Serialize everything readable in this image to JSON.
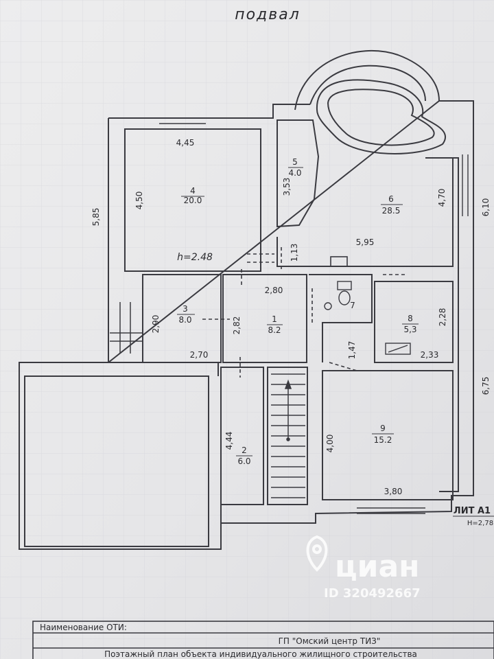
{
  "sheet_title": "подвал",
  "rooms": [
    {
      "num": "1",
      "area": "8.2"
    },
    {
      "num": "2",
      "area": "6.0"
    },
    {
      "num": "3",
      "area": "8.0"
    },
    {
      "num": "4",
      "area": "20.0"
    },
    {
      "num": "5",
      "area": "4.0"
    },
    {
      "num": "6",
      "area": "28.5"
    },
    {
      "num": "7",
      "area": ""
    },
    {
      "num": "8",
      "area": "5,3"
    },
    {
      "num": "9",
      "area": "15.2"
    }
  ],
  "dimensions": {
    "d_445": "4,45",
    "d_450": "4,50",
    "d_585": "5,85",
    "d_353": "3,53",
    "d_470": "4,70",
    "d_610": "6,10",
    "d_595": "5,95",
    "d_113": "1,13",
    "d_280": "2,80",
    "d_290": "2,90",
    "d_282": "2,82",
    "d_270": "2,70",
    "d_228": "2,28",
    "d_147": "1,47",
    "d_233": "2,33",
    "d_675": "6,75",
    "d_444": "4,44",
    "d_400": "4,00",
    "d_380": "3,80"
  },
  "height_note": "h=2.48",
  "lit": {
    "label": "ЛИТ А1",
    "height": "H=2,78"
  },
  "watermark": {
    "brand": "циан",
    "id": "ID 320492667"
  },
  "stamp": {
    "row1_label": "Наименование ОТИ:",
    "row1_org": "ГП \"Омский центр ТИЗ\"",
    "row2": "Поэтажный план объекта индивидуального жилищного строительства"
  }
}
